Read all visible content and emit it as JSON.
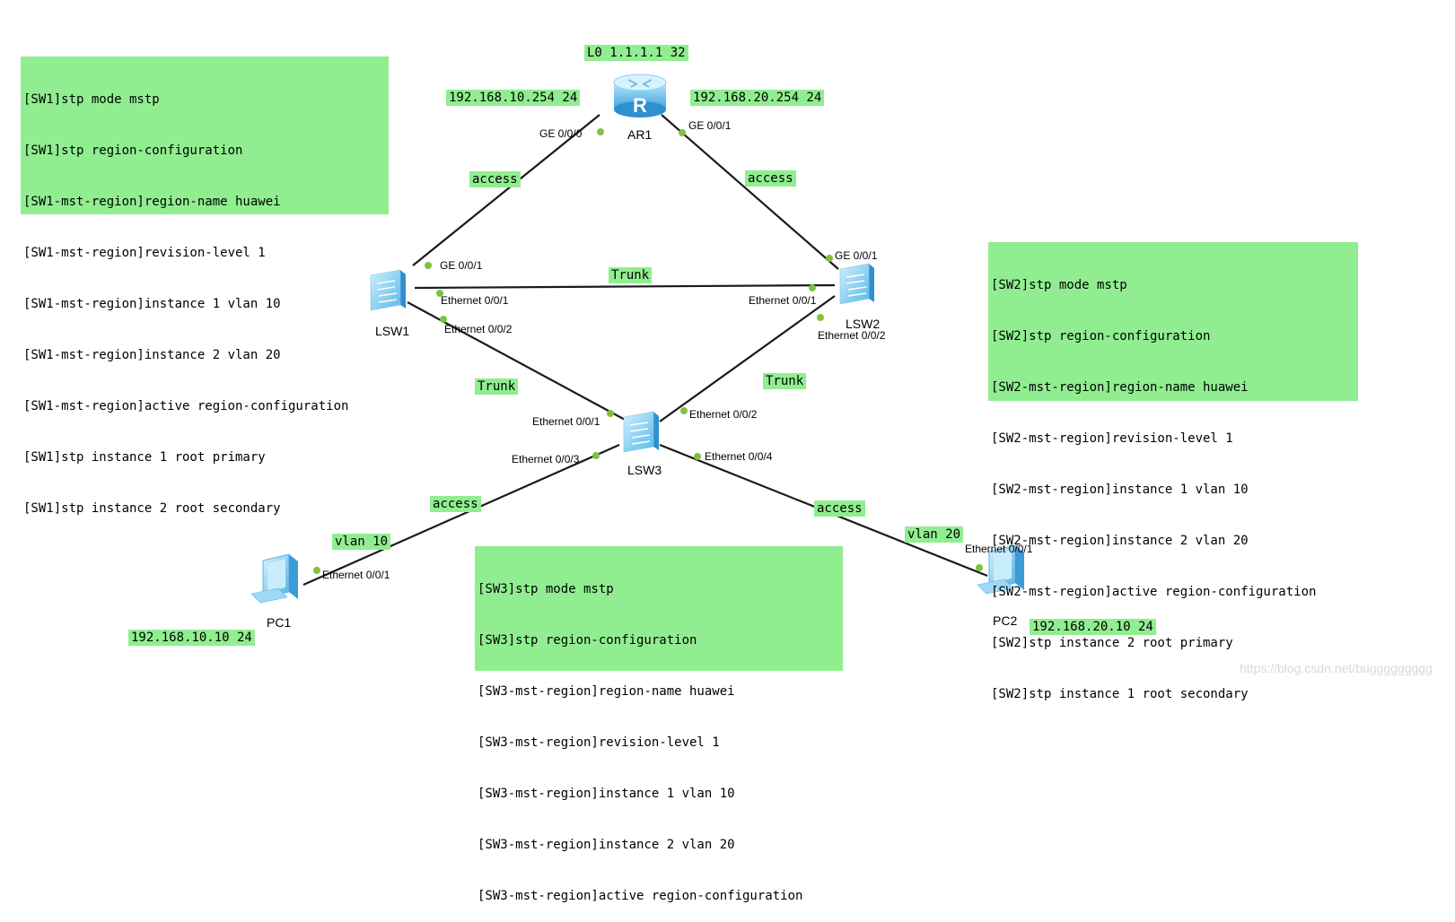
{
  "config_sw1": [
    "[SW1]stp mode mstp",
    "[SW1]stp region-configuration",
    "[SW1-mst-region]region-name huawei",
    "[SW1-mst-region]revision-level 1",
    "[SW1-mst-region]instance 1 vlan 10",
    "[SW1-mst-region]instance 2 vlan 20",
    "[SW1-mst-region]active region-configuration",
    "[SW1]stp instance 1 root primary",
    "[SW1]stp instance 2 root secondary"
  ],
  "config_sw2": [
    "[SW2]stp mode mstp",
    "[SW2]stp region-configuration",
    "[SW2-mst-region]region-name huawei",
    "[SW2-mst-region]revision-level 1",
    "[SW2-mst-region]instance 1 vlan 10",
    "[SW2-mst-region]instance 2 vlan 20",
    "[SW2-mst-region]active region-configuration",
    "[SW2]stp instance 2 root primary",
    "[SW2]stp instance 1 root secondary"
  ],
  "config_sw3": [
    "[SW3]stp mode mstp",
    "[SW3]stp region-configuration",
    "[SW3-mst-region]region-name huawei",
    "[SW3-mst-region]revision-level 1",
    "[SW3-mst-region]instance 1 vlan 10",
    "[SW3-mst-region]instance 2 vlan 20",
    "[SW3-mst-region]active region-configuration"
  ],
  "tags": {
    "loopback": "L0 1.1.1.1 32",
    "ip_left": "192.168.10.254 24",
    "ip_right": "192.168.20.254 24",
    "link_ar1_lsw1": "access",
    "link_ar1_lsw2": "access",
    "link_lsw1_lsw2": "Trunk",
    "link_lsw1_lsw3": "Trunk",
    "link_lsw2_lsw3": "Trunk",
    "link_lsw3_pc1": "access",
    "link_lsw3_pc2": "access",
    "vlan_pc1": "vlan 10",
    "vlan_pc2": "vlan 20",
    "ip_pc1": "192.168.10.10 24",
    "ip_pc2": "192.168.20.10 24"
  },
  "devices": {
    "ar1": "AR1",
    "lsw1": "LSW1",
    "lsw2": "LSW2",
    "lsw3": "LSW3",
    "pc1": "PC1",
    "pc2": "PC2",
    "router_glyph": "R"
  },
  "ports": {
    "ar1_ge000": "GE 0/0/0",
    "ar1_ge001": "GE 0/0/1",
    "lsw1_ge001": "GE 0/0/1",
    "lsw1_eth001": "Ethernet 0/0/1",
    "lsw1_eth002": "Ethernet 0/0/2",
    "lsw2_ge001": "GE 0/0/1",
    "lsw2_eth001": "Ethernet 0/0/1",
    "lsw2_eth002": "Ethernet 0/0/2",
    "lsw3_eth001": "Ethernet 0/0/1",
    "lsw3_eth002": "Ethernet 0/0/2",
    "lsw3_eth003": "Ethernet 0/0/3",
    "lsw3_eth004": "Ethernet 0/0/4",
    "pc1_eth001": "Ethernet 0/0/1",
    "pc2_eth001": "Ethernet 0/0/1"
  },
  "watermark": "https://blog.csdn.net/buggggggggg",
  "colors": {
    "note_bg": "#90ee90",
    "link": "#1a1a1a",
    "port_dot": "#7dc242",
    "device": "#3fa9f5"
  }
}
